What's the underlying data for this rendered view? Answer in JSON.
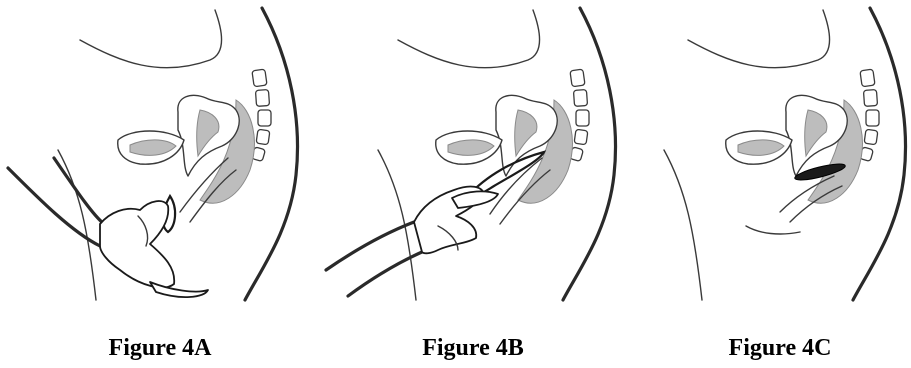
{
  "figures": [
    {
      "caption": "Figure 4A"
    },
    {
      "caption": "Figure 4B"
    },
    {
      "caption": "Figure 4C"
    }
  ]
}
